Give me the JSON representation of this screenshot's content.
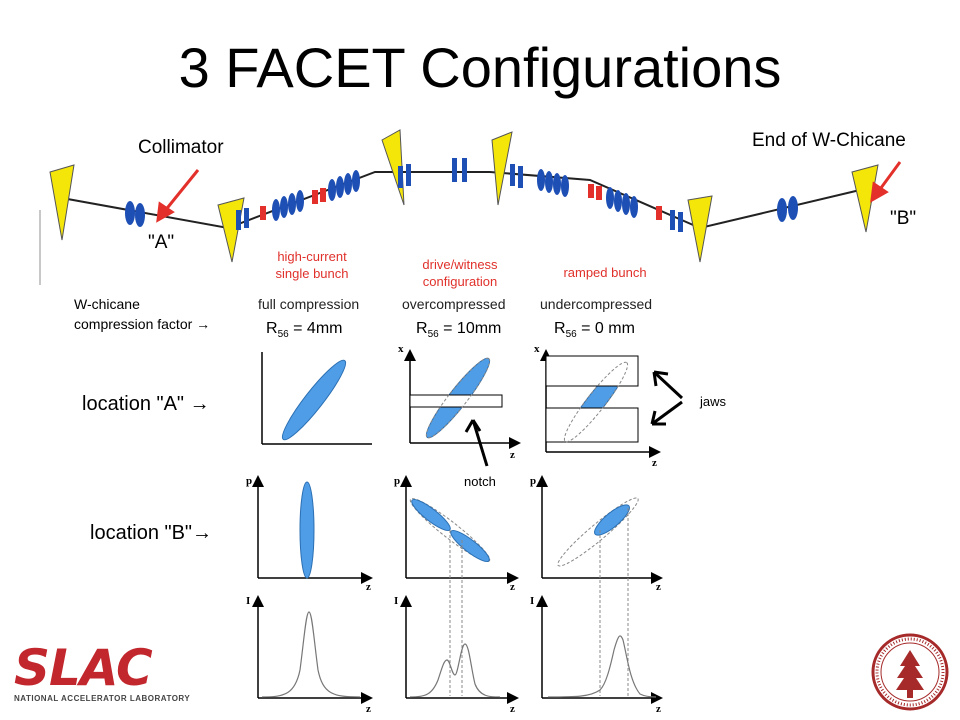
{
  "title": "3 FACET Configurations",
  "beamline": {
    "collimator_label": "Collimator",
    "end_label": "End of W-Chicane",
    "point_a_label": "\"A\"",
    "point_b_label": "\"B\""
  },
  "configs": [
    {
      "name": "high-current\nsingle bunch",
      "compression": "full compression",
      "r56_prefix": "R",
      "r56_sub": "56",
      "r56_value": " = 4mm"
    },
    {
      "name": "drive/witness\nconfiguration",
      "compression": "overcompressed",
      "r56_prefix": "R",
      "r56_sub": "56",
      "r56_value": " = 10mm"
    },
    {
      "name": "ramped bunch",
      "compression": "undercompressed",
      "r56_prefix": "R",
      "r56_sub": "56",
      "r56_value": " = 0 mm"
    }
  ],
  "row_labels": {
    "compression_factor": "W-chicane\ncompression factor",
    "location_a": "location \"A\"",
    "location_b": "location \"B\"",
    "arrow": "→"
  },
  "annotations": {
    "jaws": "jaws",
    "notch": "notch"
  },
  "axes": {
    "x": "x",
    "z": "z",
    "p": "p",
    "i": "I"
  },
  "logo": {
    "text": "SLAC",
    "subtext": "NATIONAL ACCELERATOR LABORATORY"
  },
  "colors": {
    "beam": "#4f9de6",
    "magnet_yellow": "#f5e60a",
    "quad_blue": "#1d4fb5",
    "dipole_red": "#e3302a",
    "arrow_red": "#e3302a",
    "logo_red": "#c1272d",
    "seal_red": "#a62a2a"
  }
}
